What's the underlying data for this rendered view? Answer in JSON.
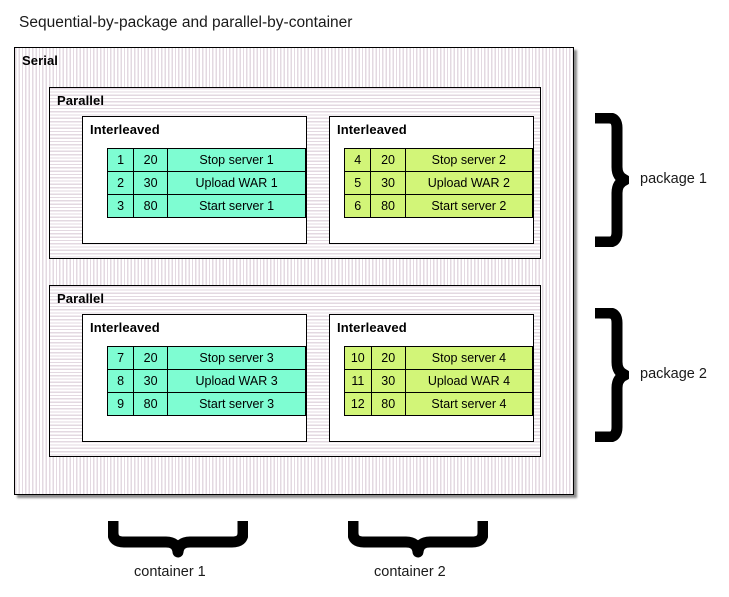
{
  "title": "Sequential-by-package and parallel-by-container",
  "colors": {
    "cyan_rows": "#7efdd2",
    "green_rows": "#d2f578",
    "stripe": "#e3d9e1",
    "border": "#000000"
  },
  "serial": {
    "label": "Serial",
    "parallel_blocks": [
      {
        "label": "Parallel",
        "interleaved": [
          {
            "label": "Interleaved",
            "color": "cyan",
            "rows": [
              {
                "id": "1",
                "num": "20",
                "task": "Stop server 1"
              },
              {
                "id": "2",
                "num": "30",
                "task": "Upload WAR 1"
              },
              {
                "id": "3",
                "num": "80",
                "task": "Start server 1"
              }
            ]
          },
          {
            "label": "Interleaved",
            "color": "green",
            "rows": [
              {
                "id": "4",
                "num": "20",
                "task": "Stop server 2"
              },
              {
                "id": "5",
                "num": "30",
                "task": "Upload WAR 2"
              },
              {
                "id": "6",
                "num": "80",
                "task": "Start server 2"
              }
            ]
          }
        ]
      },
      {
        "label": "Parallel",
        "interleaved": [
          {
            "label": "Interleaved",
            "color": "cyan",
            "rows": [
              {
                "id": "7",
                "num": "20",
                "task": "Stop server 3"
              },
              {
                "id": "8",
                "num": "30",
                "task": "Upload WAR 3"
              },
              {
                "id": "9",
                "num": "80",
                "task": "Start server 3"
              }
            ]
          },
          {
            "label": "Interleaved",
            "color": "green",
            "rows": [
              {
                "id": "10",
                "num": "20",
                "task": "Stop server 4"
              },
              {
                "id": "11",
                "num": "30",
                "task": "Upload WAR 4"
              },
              {
                "id": "12",
                "num": "80",
                "task": "Start server 4"
              }
            ]
          }
        ]
      }
    ]
  },
  "annotations": {
    "packages": [
      {
        "label": "package 1",
        "icon": "right-curly-brace-icon"
      },
      {
        "label": "package 2",
        "icon": "right-curly-brace-icon"
      }
    ],
    "containers": [
      {
        "label": "container 1",
        "icon": "down-curly-brace-icon"
      },
      {
        "label": "container 2",
        "icon": "down-curly-brace-icon"
      }
    ]
  }
}
